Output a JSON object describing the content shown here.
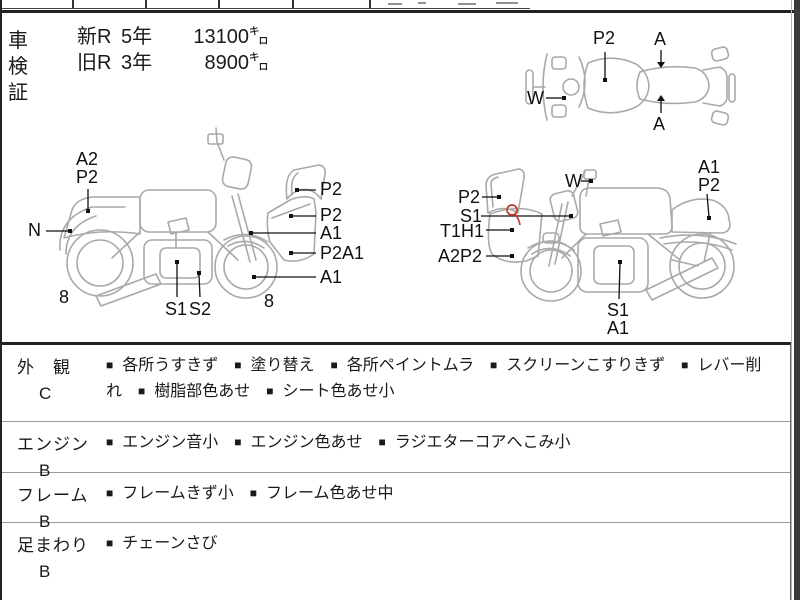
{
  "registration": {
    "title": "車検証",
    "rows": [
      {
        "era": "新R",
        "year": "5年",
        "mileage": "13100㌔"
      },
      {
        "era": "旧R",
        "year": "3年",
        "mileage": "8900㌔"
      }
    ]
  },
  "diagram": {
    "top_view": {
      "p2": "P2",
      "a_top": "A",
      "a_bottom": "A",
      "w": "W"
    },
    "left_bike": {
      "a2": "A2",
      "p2_tail": "P2",
      "n": "N",
      "rear_wheel_grade": "8",
      "s1": "S1",
      "s2": "S2",
      "front_wheel_grade": "8",
      "p2_screen": "P2",
      "p2_cowl": "P2",
      "a1_front": "A1",
      "p2a1_cowl": "P2A1",
      "a1_wheel": "A1"
    },
    "right_bike": {
      "w": "W",
      "p2_screen": "P2",
      "s1_front": "S1",
      "t1h1_cowl": "T1H1",
      "a2p2_cowl": "A2P2",
      "a1_tail": "A1",
      "p2_tail": "P2",
      "s1_engine": "S1",
      "a1_engine": "A1"
    }
  },
  "condition": {
    "bullet": "■",
    "rows": [
      {
        "category": "外　観",
        "grade": "C",
        "items": [
          "各所うすきず",
          "塗り替え",
          "各所ペイントムラ",
          "スクリーンこすりきず",
          "レバー削れ",
          "樹脂部色あせ",
          "シート色あせ小"
        ]
      },
      {
        "category": "エンジン",
        "grade": "B",
        "items": [
          "エンジン音小",
          "エンジン色あせ",
          "ラジエターコアへこみ小"
        ]
      },
      {
        "category": "フレーム",
        "grade": "B",
        "items": [
          "フレームきず小",
          "フレーム色あせ中"
        ]
      },
      {
        "category": "足まわり",
        "grade": "B",
        "items": [
          "チェーンさび"
        ]
      }
    ]
  },
  "colors": {
    "line_dark": "#222222",
    "sketch_gray": "#a9a9a9",
    "divider_gray": "#999999",
    "red_mark": "#c23b2e",
    "edge_strip": "#3b3b3b"
  }
}
